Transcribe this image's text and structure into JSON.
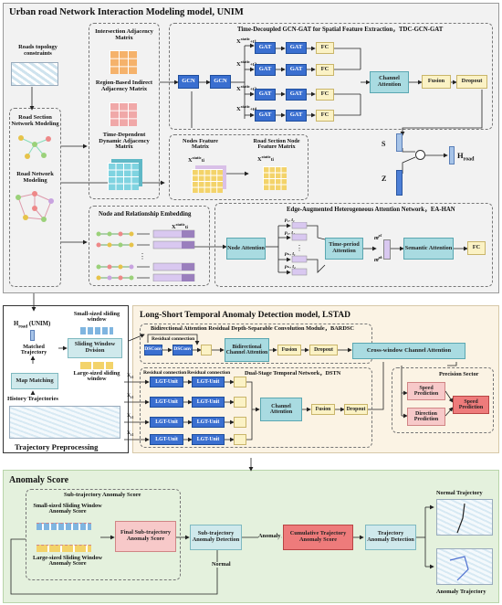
{
  "unim": {
    "title": "Urban road Network Interaction Modeling model, UNIM",
    "roads_topology": "Roads topology constraints",
    "road_section_network_modeling": "Road Section Network Modeling",
    "road_network_modeling": "Road Network Modeling",
    "intersection_matrix": "Intersection Adjacency Matrix",
    "region_matrix": "Region-Based Indirect Adjacency Matrix",
    "time_matrix": "Time-Dependent Dynamic Adjacency Matrix",
    "tdc_title": "Time-Decoupled GCN-GAT for Spatial Feature Extraction，TDC-GCN-GAT",
    "gcn": "GCN",
    "gat": "GAT",
    "fc": "FC",
    "x_static_t1": "X",
    "x_sup": "static",
    "x_sub_t1": "+t1",
    "x_sub_t2": "+t2",
    "x_sub_t3": "+t3",
    "x_sub_t4": "+t4",
    "channel_attention": "Channel Attention",
    "fusion": "Fusion",
    "dropout": "Dropout",
    "nodes_feature_matrix": "Nodes Feature Matrix",
    "road_section_node_feature_matrix": "Road Section Node Feature Matrix",
    "x_static_ti": "X",
    "x_ti_sub": "ti",
    "s_label": "S",
    "z_label": "Z",
    "h_road": "H",
    "h_road_sub": "road",
    "node_relationship_embedding": "Node and Relationship Embedding",
    "ea_han_title": "Edge-Augmented Heterogeneous Attention Network，EA-HAN",
    "node_attention": "Node Attention",
    "time_period_attention": "Time-period Attention",
    "semantic_attention": "Semantic Attention",
    "p1t1": "p₁, t₁",
    "p1t4": "p₁, t₄",
    "pkt1": "pₖ, t₁",
    "pkt4": "pₖ, t₄",
    "m_p1": "m",
    "m_p1_sup": "p1",
    "m_pk": "m",
    "m_pk_sup": "pk"
  },
  "preproc": {
    "h_road_unim": "H",
    "h_road_unim_sub": "road",
    "h_road_unim_suffix": " (UNIM)",
    "matched_trajectory": "Matched Trajectory",
    "small_window": "Small-sized sliding window",
    "sliding_window_division": "Sliding Window Dvision",
    "large_window": "Large-sized sliding window",
    "map_matching": "Map Matching",
    "history_trajectories": "History Trajectories",
    "title": "Trajectory Preprocessing"
  },
  "lstad": {
    "title": "Long-Short Temporal Anomaly Detection model, LSTAD",
    "bardsc_title": "Bidirectional Attention Residual Depth-Separable Convolution Module，BARDSC",
    "residual_connection": "Residual connection",
    "dsconv": "DSConv",
    "bidirectional_channel_attention": "Bidirectional Channel Attention",
    "dstn_title": "Dual-Stage Temporal Network，DSTN",
    "lgt_unit": "LGT-Unit",
    "cross_window": "Cross-window Channel Attention",
    "precision_sector": "Precision Sector",
    "speed_prediction": "Speed Prediction",
    "direction_prediction": "Direction Prediction",
    "speed_prediction_final": "Speed Prediction",
    "x_t1": "X",
    "x_sub": "t1"
  },
  "anomaly": {
    "title": "Anomaly Score",
    "sub_title": "Sub-trajectory Anomaly Score",
    "small_window_score": "Small-sized Sliding Window Anomaly Score",
    "large_window_score": "Large-sized Sliding Window Anomaly Score",
    "final_sub_score": "Final Sub-trajectory Anomaly Score",
    "sub_detection": "Sub-trajectory Anomaly Detection",
    "anomaly_label": "Anomaly",
    "normal_label": "Normal",
    "cumulative_score": "Cumulative Trajectory Anomaly Score",
    "trajectory_detection": "Trajectory Anomaly Detection",
    "normal_trajectory": "Normal Trajectory",
    "anomaly_trajectory": "Anomaly Trajectory"
  },
  "colors": {
    "unim_bg": "#f2f2f2",
    "lstad_bg": "#fbf3e4",
    "anomaly_bg": "#e4f1dd",
    "blue": "#3a6fd0",
    "fc": "#fbf2c5",
    "teal": "#a9dbe1",
    "pink": "#f7c9c9",
    "red": "#ee7b7b"
  }
}
